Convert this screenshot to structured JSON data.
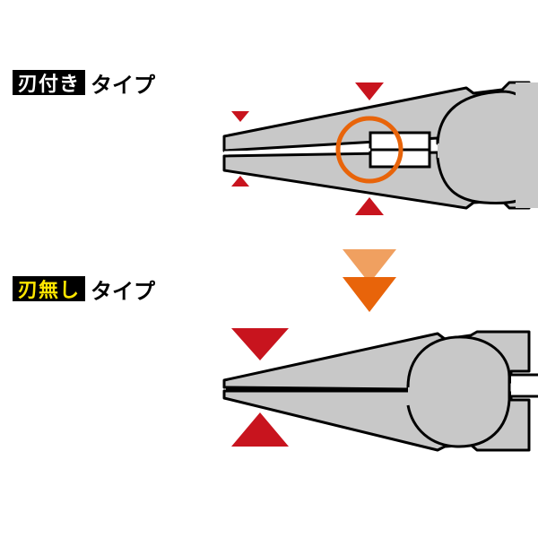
{
  "sections": [
    {
      "badge_text": "刃付き",
      "badge_text_color": "#ffffff",
      "suffix_text": "タイプ",
      "description": "with-blade type pliers, blade region highlighted"
    },
    {
      "badge_text": "刃無し",
      "badge_text_color": "#ffe600",
      "suffix_text": "タイプ",
      "description": "bladeless type pliers"
    }
  ],
  "colors": {
    "pliers_fill": "#c8c8c8",
    "outline": "#000000",
    "marker_red": "#c8141e",
    "highlight_orange": "#e8640a",
    "arrow_light_orange": "#f0a060",
    "arrow_dark_orange": "#e8640a"
  }
}
